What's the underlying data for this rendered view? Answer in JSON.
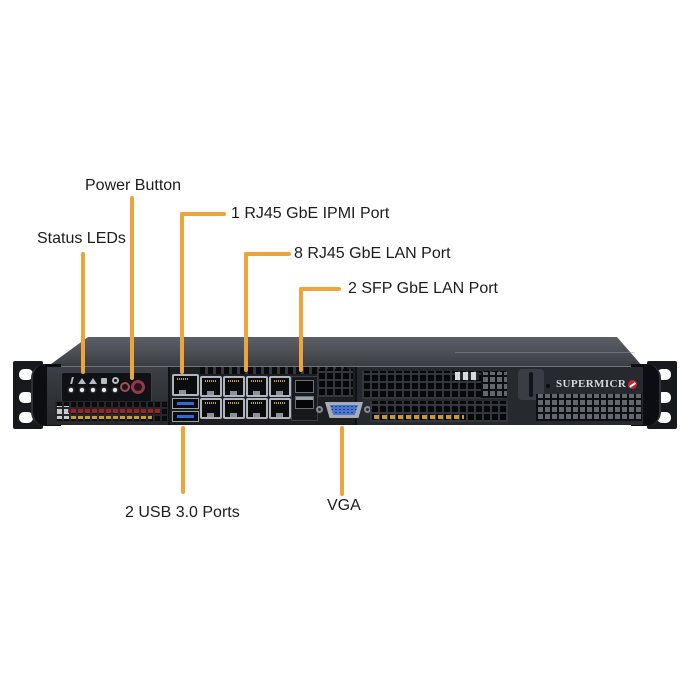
{
  "colors": {
    "callout": "#eda43c",
    "usb_blue": "#2e6bd6",
    "vga_blue": "#4a77cf",
    "wire_red": "#a32026",
    "wire_yellow": "#c79a35",
    "logo_red": "#c8232a",
    "power_button_red": "#8e3a4a",
    "chassis_front": "#2b2d32"
  },
  "callouts": {
    "status_leds": {
      "label": "Status LEDs"
    },
    "power_button": {
      "label": "Power Button"
    },
    "ipmi": {
      "label": "1 RJ45 GbE IPMI Port"
    },
    "lan": {
      "label": "8 RJ45 GbE LAN Port"
    },
    "sfp": {
      "label": "2 SFP GbE LAN Port"
    },
    "usb": {
      "label": "2 USB 3.0 Ports"
    },
    "vga": {
      "label": "VGA"
    }
  },
  "chassis": {
    "logo_text": "SUPERMICR",
    "status_panel": {
      "icons": [
        "info",
        "nic",
        "nic",
        "hdd",
        "power"
      ],
      "buttons": [
        "reset",
        "power"
      ]
    },
    "ports": {
      "ipmi_count": 1,
      "lan_count": 8,
      "sfp_count": 2,
      "usb_count": 2
    }
  }
}
